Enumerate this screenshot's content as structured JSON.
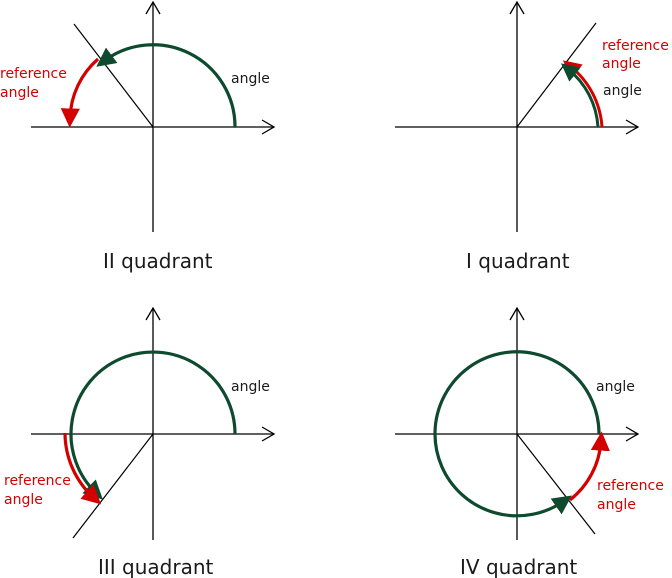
{
  "colors": {
    "angle_arc": "#0d4a2e",
    "reference_arc": "#d40000",
    "axis": "#000000",
    "text": "#1a1a1a"
  },
  "panels": [
    {
      "id": "q2",
      "caption": "II quadrant",
      "angle_label": "angle",
      "reference_label_line1": "reference",
      "reference_label_line2": "angle"
    },
    {
      "id": "q1",
      "caption": "I quadrant",
      "angle_label": "angle",
      "reference_label_line1": "reference",
      "reference_label_line2": "angle"
    },
    {
      "id": "q3",
      "caption": "III quadrant",
      "angle_label": "angle",
      "reference_label_line1": "reference",
      "reference_label_line2": "angle"
    },
    {
      "id": "q4",
      "caption": "IV quadrant",
      "angle_label": "angle",
      "reference_label_line1": "reference",
      "reference_label_line2": "angle"
    }
  ]
}
